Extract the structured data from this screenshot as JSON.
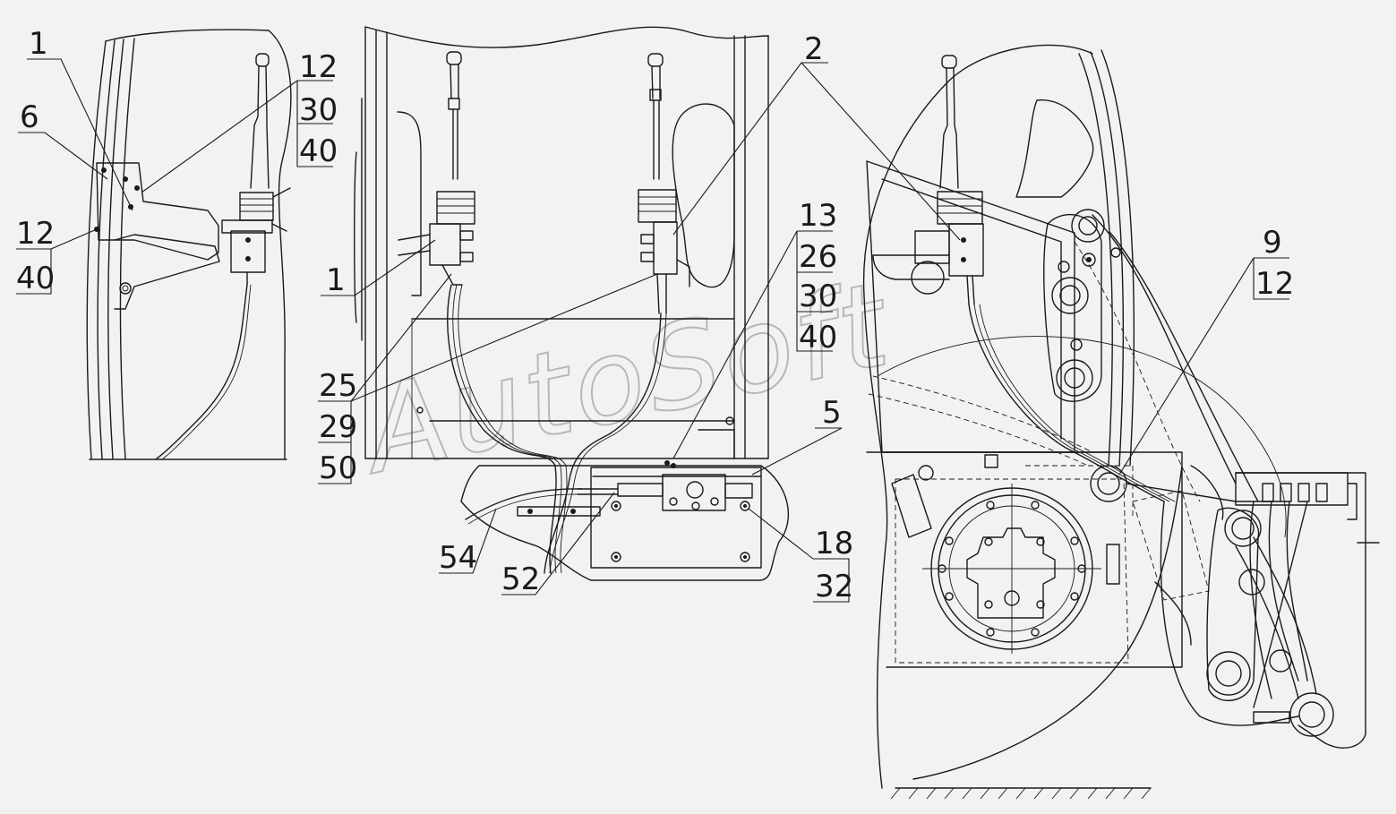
{
  "watermark": "AutoSoft",
  "callouts": {
    "c1a": "1",
    "c6": "6",
    "c12a": "12",
    "c40a": "40",
    "c12b": "12",
    "c30a": "30",
    "c40b": "40",
    "c2": "2",
    "c1b": "1",
    "c25": "25",
    "c29": "29",
    "c50": "50",
    "c13": "13",
    "c26": "26",
    "c30b": "30",
    "c40c": "40",
    "c5": "5",
    "c9": "9",
    "c12c": "12",
    "c18": "18",
    "c32": "32",
    "c54": "54",
    "c52": "52"
  }
}
